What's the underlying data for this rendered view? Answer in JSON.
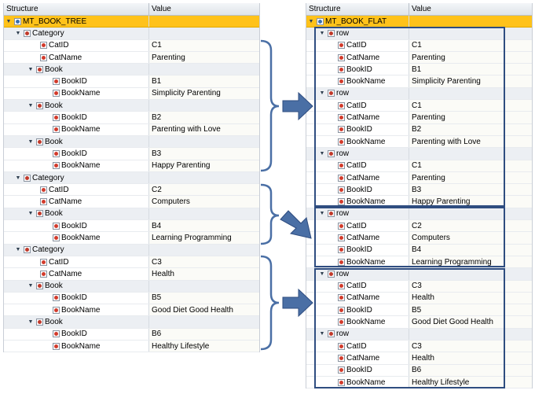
{
  "header": {
    "structure": "Structure",
    "value": "Value"
  },
  "tree": {
    "root": "MT_BOOK_TREE",
    "rows": [
      {
        "level": 1,
        "kind": "node",
        "label": "Category",
        "value": ""
      },
      {
        "level": 3,
        "kind": "leaf",
        "label": "CatID",
        "value": "C1"
      },
      {
        "level": 3,
        "kind": "leaf",
        "label": "CatName",
        "value": "Parenting"
      },
      {
        "level": 2,
        "kind": "node",
        "label": "Book",
        "value": ""
      },
      {
        "level": 4,
        "kind": "leaf",
        "label": "BookID",
        "value": "B1"
      },
      {
        "level": 4,
        "kind": "leaf",
        "label": "BookName",
        "value": "Simplicity Parenting"
      },
      {
        "level": 2,
        "kind": "node",
        "label": "Book",
        "value": ""
      },
      {
        "level": 4,
        "kind": "leaf",
        "label": "BookID",
        "value": "B2"
      },
      {
        "level": 4,
        "kind": "leaf",
        "label": "BookName",
        "value": "Parenting with Love"
      },
      {
        "level": 2,
        "kind": "node",
        "label": "Book",
        "value": ""
      },
      {
        "level": 4,
        "kind": "leaf",
        "label": "BookID",
        "value": "B3"
      },
      {
        "level": 4,
        "kind": "leaf",
        "label": "BookName",
        "value": "Happy Parenting"
      },
      {
        "level": 1,
        "kind": "node",
        "label": "Category",
        "value": ""
      },
      {
        "level": 3,
        "kind": "leaf",
        "label": "CatID",
        "value": "C2"
      },
      {
        "level": 3,
        "kind": "leaf",
        "label": "CatName",
        "value": "Computers"
      },
      {
        "level": 2,
        "kind": "node",
        "label": "Book",
        "value": ""
      },
      {
        "level": 4,
        "kind": "leaf",
        "label": "BookID",
        "value": "B4"
      },
      {
        "level": 4,
        "kind": "leaf",
        "label": "BookName",
        "value": "Learning Programming"
      },
      {
        "level": 1,
        "kind": "node",
        "label": "Category",
        "value": ""
      },
      {
        "level": 3,
        "kind": "leaf",
        "label": "CatID",
        "value": "C3"
      },
      {
        "level": 3,
        "kind": "leaf",
        "label": "CatName",
        "value": "Health"
      },
      {
        "level": 2,
        "kind": "node",
        "label": "Book",
        "value": ""
      },
      {
        "level": 4,
        "kind": "leaf",
        "label": "BookID",
        "value": "B5"
      },
      {
        "level": 4,
        "kind": "leaf",
        "label": "BookName",
        "value": "Good Diet Good Health"
      },
      {
        "level": 2,
        "kind": "node",
        "label": "Book",
        "value": ""
      },
      {
        "level": 4,
        "kind": "leaf",
        "label": "BookID",
        "value": "B6"
      },
      {
        "level": 4,
        "kind": "leaf",
        "label": "BookName",
        "value": "Healthy Lifestyle"
      }
    ]
  },
  "flat": {
    "root": "MT_BOOK_FLAT",
    "rows": [
      {
        "level": 1,
        "kind": "node",
        "label": "row",
        "value": ""
      },
      {
        "level": 3,
        "kind": "leaf",
        "label": "CatID",
        "value": "C1"
      },
      {
        "level": 3,
        "kind": "leaf",
        "label": "CatName",
        "value": "Parenting"
      },
      {
        "level": 3,
        "kind": "leaf",
        "label": "BookID",
        "value": "B1"
      },
      {
        "level": 3,
        "kind": "leaf",
        "label": "BookName",
        "value": "Simplicity Parenting"
      },
      {
        "level": 1,
        "kind": "node",
        "label": "row",
        "value": ""
      },
      {
        "level": 3,
        "kind": "leaf",
        "label": "CatID",
        "value": "C1"
      },
      {
        "level": 3,
        "kind": "leaf",
        "label": "CatName",
        "value": "Parenting"
      },
      {
        "level": 3,
        "kind": "leaf",
        "label": "BookID",
        "value": "B2"
      },
      {
        "level": 3,
        "kind": "leaf",
        "label": "BookName",
        "value": "Parenting with Love"
      },
      {
        "level": 1,
        "kind": "node",
        "label": "row",
        "value": ""
      },
      {
        "level": 3,
        "kind": "leaf",
        "label": "CatID",
        "value": "C1"
      },
      {
        "level": 3,
        "kind": "leaf",
        "label": "CatName",
        "value": "Parenting"
      },
      {
        "level": 3,
        "kind": "leaf",
        "label": "BookID",
        "value": "B3"
      },
      {
        "level": 3,
        "kind": "leaf",
        "label": "BookName",
        "value": "Happy Parenting"
      },
      {
        "level": 1,
        "kind": "node",
        "label": "row",
        "value": ""
      },
      {
        "level": 3,
        "kind": "leaf",
        "label": "CatID",
        "value": "C2"
      },
      {
        "level": 3,
        "kind": "leaf",
        "label": "CatName",
        "value": "Computers"
      },
      {
        "level": 3,
        "kind": "leaf",
        "label": "BookID",
        "value": "B4"
      },
      {
        "level": 3,
        "kind": "leaf",
        "label": "BookName",
        "value": "Learning Programming"
      },
      {
        "level": 1,
        "kind": "node",
        "label": "row",
        "value": ""
      },
      {
        "level": 3,
        "kind": "leaf",
        "label": "CatID",
        "value": "C3"
      },
      {
        "level": 3,
        "kind": "leaf",
        "label": "CatName",
        "value": "Health"
      },
      {
        "level": 3,
        "kind": "leaf",
        "label": "BookID",
        "value": "B5"
      },
      {
        "level": 3,
        "kind": "leaf",
        "label": "BookName",
        "value": "Good Diet Good Health"
      },
      {
        "level": 1,
        "kind": "node",
        "label": "row",
        "value": ""
      },
      {
        "level": 3,
        "kind": "leaf",
        "label": "CatID",
        "value": "C3"
      },
      {
        "level": 3,
        "kind": "leaf",
        "label": "CatName",
        "value": "Health"
      },
      {
        "level": 3,
        "kind": "leaf",
        "label": "BookID",
        "value": "B6"
      },
      {
        "level": 3,
        "kind": "leaf",
        "label": "BookName",
        "value": "Healthy Lifestyle"
      }
    ]
  },
  "colors": {
    "root_highlight": "#ffc21a",
    "annotation_blue": "#4a6fa5",
    "box_border": "#2f4d80"
  }
}
